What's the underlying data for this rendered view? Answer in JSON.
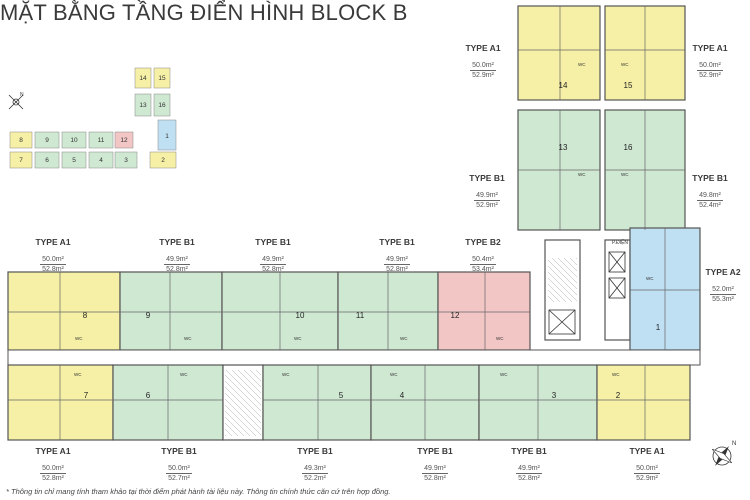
{
  "title": "MẶT BẰNG TẦNG ĐIỂN HÌNH BLOCK B",
  "note": "* Thông tin chỉ mang tính tham khảo tại thời điểm phát hành tài liệu này. Thông tin chính thức căn cứ trên hợp đồng.",
  "colors": {
    "typeA1": "#f6f0a6",
    "typeB1": "#cfe8d2",
    "typeB2": "#f3c6c6",
    "typeA2": "#bfdff3",
    "wall": "#555555"
  },
  "rooms": {
    "r1": "1",
    "r2": "2",
    "r3": "3",
    "r4": "4",
    "r5": "5",
    "r6": "6",
    "r7": "7",
    "r8": "8",
    "r9": "9",
    "r10": "10",
    "r11": "11",
    "r12": "12",
    "r13": "13",
    "r14": "14",
    "r15": "15",
    "r16": "16"
  },
  "wc": "WC",
  "elevator_label": "P.ĐIỆN",
  "units": [
    {
      "type": "TYPE A1",
      "a1": "50.0m²",
      "a2": "52.9m²"
    },
    {
      "type": "TYPE A1",
      "a1": "50.0m²",
      "a2": "52.9m²"
    },
    {
      "type": "TYPE B1",
      "a1": "49.9m²",
      "a2": "52.9m²"
    },
    {
      "type": "TYPE B1",
      "a1": "49.8m²",
      "a2": "52.4m²"
    },
    {
      "type": "TYPE A1",
      "a1": "50.0m²",
      "a2": "52.8m²"
    },
    {
      "type": "TYPE B1",
      "a1": "49.9m²",
      "a2": "52.8m²"
    },
    {
      "type": "TYPE B1",
      "a1": "49.9m²",
      "a2": "52.8m²"
    },
    {
      "type": "TYPE B1",
      "a1": "49.9m²",
      "a2": "52.8m²"
    },
    {
      "type": "TYPE B2",
      "a1": "50.4m²",
      "a2": "53.4m²"
    },
    {
      "type": "TYPE A2",
      "a1": "52.0m²",
      "a2": "55.3m²"
    },
    {
      "type": "TYPE A1",
      "a1": "50.0m²",
      "a2": "52.8m²"
    },
    {
      "type": "TYPE B1",
      "a1": "50.0m²",
      "a2": "52.7m²"
    },
    {
      "type": "TYPE B1",
      "a1": "49.3m²",
      "a2": "52.2m²"
    },
    {
      "type": "TYPE B1",
      "a1": "49.9m²",
      "a2": "52.8m²"
    },
    {
      "type": "TYPE B1",
      "a1": "49.9m²",
      "a2": "52.8m²"
    },
    {
      "type": "TYPE A1",
      "a1": "50.0m²",
      "a2": "52.9m²"
    }
  ]
}
